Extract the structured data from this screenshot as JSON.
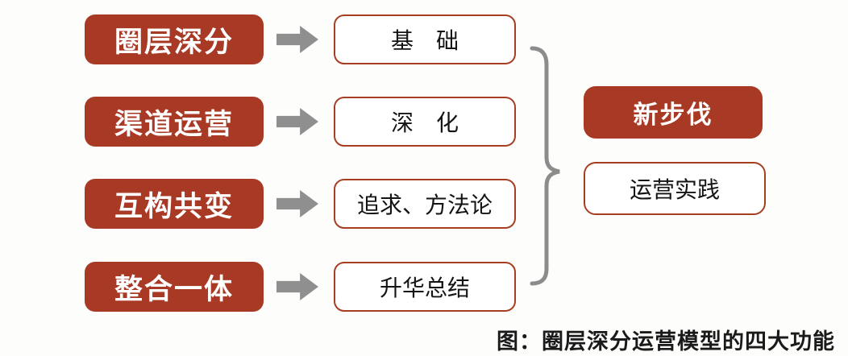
{
  "diagram": {
    "caption": "图：圈层深分运营模型的四大功能",
    "rows": [
      {
        "source": "圈层深分",
        "target": "基　础"
      },
      {
        "source": "渠道运营",
        "target": "深　化"
      },
      {
        "source": "互构共变",
        "target": "追求、方法论"
      },
      {
        "source": "整合一体",
        "target": "升华总结"
      }
    ],
    "result": {
      "primary": "新步伐",
      "secondary": "运营实践"
    },
    "colors": {
      "brand_red": "#A83A25",
      "box_border": "#A63E22",
      "arrow_gray": "#8F8F8F",
      "brace_gray": "#8C8C8C",
      "text_dark": "#1A1A1A"
    }
  }
}
